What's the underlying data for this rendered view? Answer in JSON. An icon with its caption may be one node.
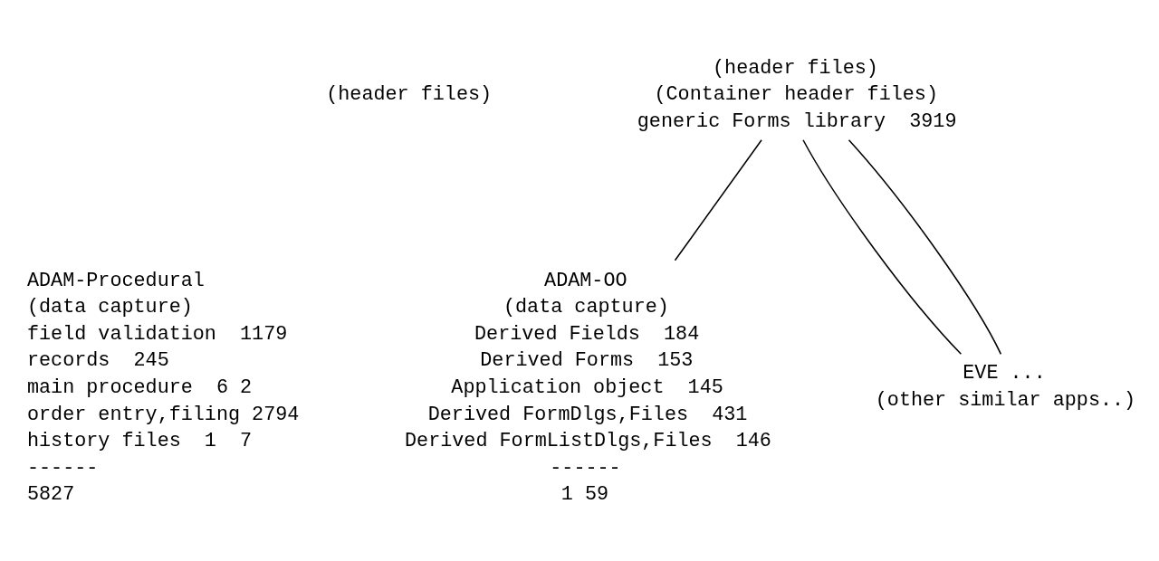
{
  "diagram": {
    "nodes": [
      {
        "text": [
          "generic Forms library  3919"
        ],
        "beside": [
          "(header files)",
          "(Container header files)"
        ]
      },
      {
        "text": [
          "ADAM-OO",
          "(data capture)",
          "Derived Fields  184",
          "Derived Forms  153",
          "Application object  145",
          "Derived FormDlgs,Files  431",
          "Derived FormListDlgs,Files  146",
          "------",
          "1 59"
        ]
      },
      {
        "text": [
          "EVE ...",
          "(other similar apps..)"
        ]
      }
    ],
    "edges": [
      {
        "from": 0,
        "to": 1,
        "arrow": "none"
      },
      {
        "from": 0,
        "to": 2,
        "arrow": "none"
      },
      {
        "from": 0,
        "to": 2,
        "arrow": "none"
      }
    ],
    "labels": [
      "(header files)",
      "ADAM-Procedural",
      "(data capture)",
      "field validation  1179",
      "records  245",
      "main procedure  6 2",
      "order entry,filing 2794",
      "history files  1  7",
      "------",
      "5827"
    ]
  }
}
